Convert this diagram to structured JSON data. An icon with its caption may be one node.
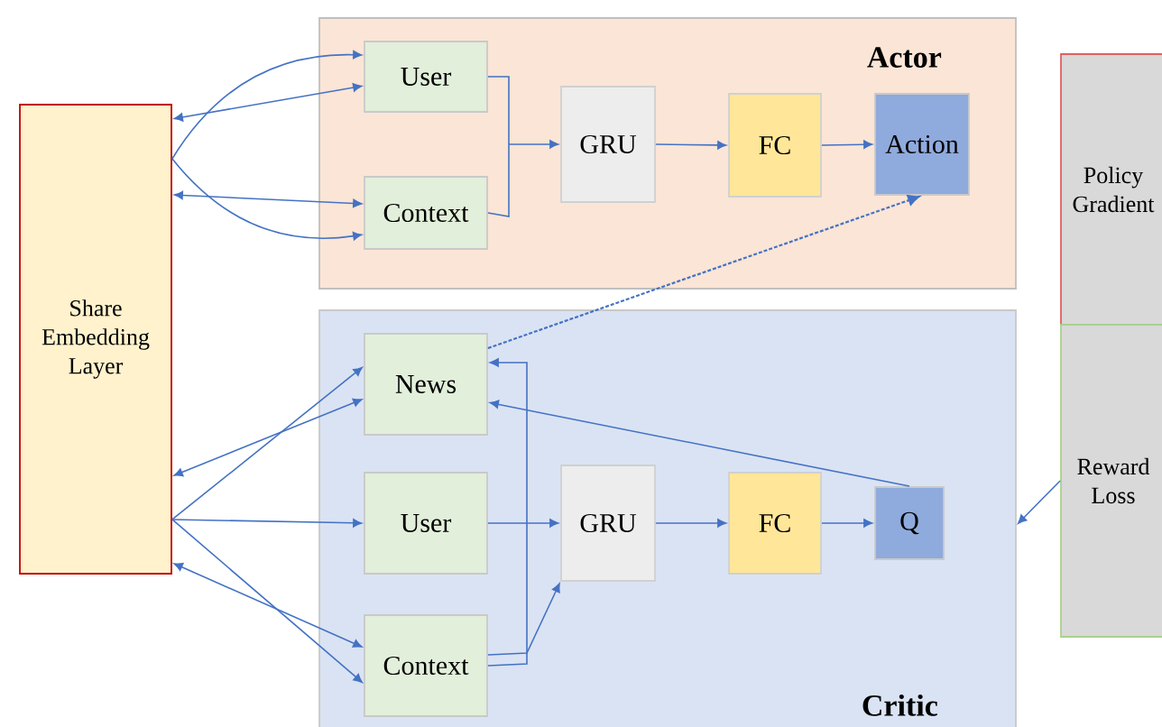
{
  "diagram": {
    "nodes": [
      {
        "text": [
          "Share Embedding Layer"
        ]
      },
      {
        "text": [
          "Actor"
        ]
      },
      {
        "text": [
          "User"
        ],
        "in": 1
      },
      {
        "text": [
          "Context"
        ],
        "in": 1
      },
      {
        "text": [
          "GRU"
        ],
        "in": 1
      },
      {
        "text": [
          "FC"
        ],
        "in": 1
      },
      {
        "text": [
          "Action"
        ],
        "in": 1
      },
      {
        "text": [
          "Critic"
        ]
      },
      {
        "text": [
          "News"
        ],
        "in": 7
      },
      {
        "text": [
          "User"
        ],
        "in": 7
      },
      {
        "text": [
          "Context"
        ],
        "in": 7
      },
      {
        "text": [
          "GRU"
        ],
        "in": 7
      },
      {
        "text": [
          "FC"
        ],
        "in": 7
      },
      {
        "text": [
          "Q"
        ],
        "in": 7
      },
      {
        "text": [
          "Policy Gradient"
        ]
      },
      {
        "text": [
          "Reward Loss"
        ]
      }
    ],
    "edges": [
      {
        "from": 0,
        "to": 2,
        "arrow": "both"
      },
      {
        "from": 0,
        "to": 2,
        "arrow": "to"
      },
      {
        "from": 0,
        "to": 3,
        "arrow": "both"
      },
      {
        "from": 0,
        "to": 3,
        "arrow": "to"
      },
      {
        "from": 0,
        "to": 8,
        "arrow": "both"
      },
      {
        "from": 0,
        "to": 8,
        "arrow": "to"
      },
      {
        "from": 0,
        "to": 9,
        "arrow": "to"
      },
      {
        "from": 0,
        "to": 10,
        "arrow": "both"
      },
      {
        "from": 0,
        "to": 10,
        "arrow": "to"
      },
      {
        "from": 2,
        "to": 4,
        "arrow": "to"
      },
      {
        "from": 3,
        "to": 4,
        "arrow": "to"
      },
      {
        "from": 4,
        "to": 5,
        "arrow": "to"
      },
      {
        "from": 5,
        "to": 6,
        "arrow": "to"
      },
      {
        "from": 10,
        "to": 8,
        "arrow": "to"
      },
      {
        "from": 10,
        "to": 11,
        "arrow": "to"
      },
      {
        "from": 9,
        "to": 11,
        "arrow": "to"
      },
      {
        "from": 11,
        "to": 12,
        "arrow": "to"
      },
      {
        "from": 12,
        "to": 13,
        "arrow": "to"
      },
      {
        "from": 13,
        "to": 8,
        "arrow": "to"
      },
      {
        "from": 8,
        "to": 6,
        "arrow": "to",
        "style": "dashed"
      },
      {
        "from": 15,
        "to": 7,
        "arrow": "to"
      }
    ]
  }
}
